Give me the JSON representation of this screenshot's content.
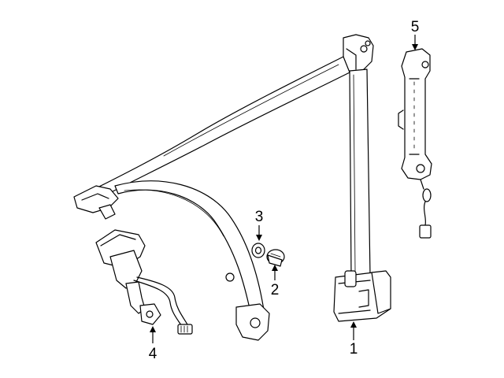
{
  "callouts": [
    {
      "number": "1",
      "part": "front-seat-belt-retractor-assembly"
    },
    {
      "number": "2",
      "part": "anchor-bolt"
    },
    {
      "number": "3",
      "part": "washer"
    },
    {
      "number": "4",
      "part": "buckle-assembly"
    },
    {
      "number": "5",
      "part": "height-adjuster"
    }
  ]
}
